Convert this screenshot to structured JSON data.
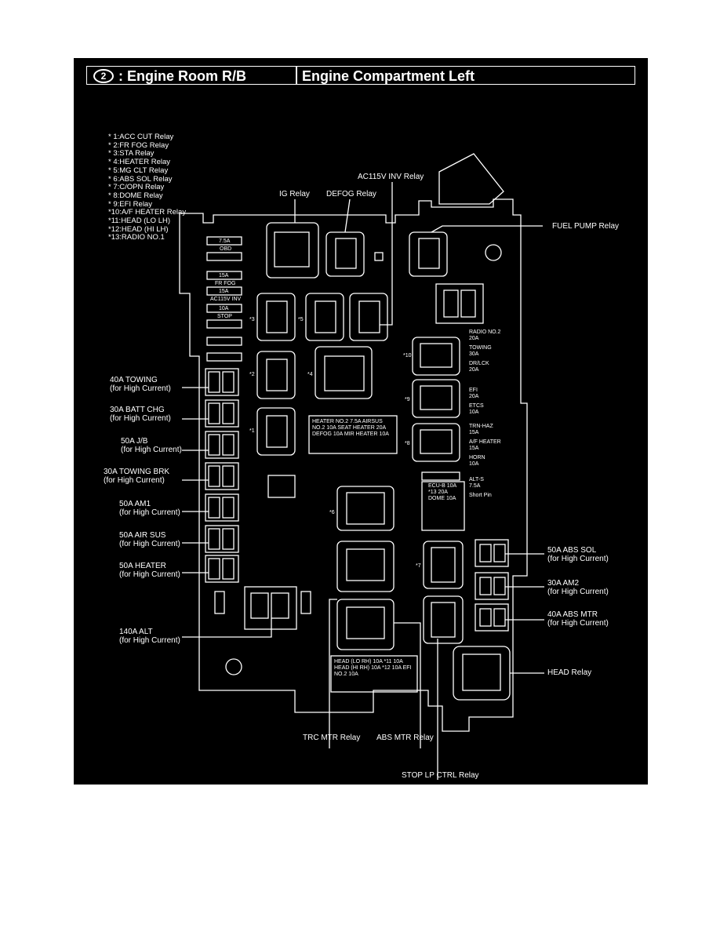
{
  "header": {
    "symbol": "2",
    "left_title": ": Engine Room R/B",
    "right_title": "Engine Compartment Left"
  },
  "legend": [
    "* 1:ACC CUT Relay",
    "* 2:FR FOG Relay",
    "* 3:STA Relay",
    "* 4:HEATER Relay",
    "* 5:MG CLT Relay",
    "* 6:ABS SOL Relay",
    "* 7:C/OPN Relay",
    "* 8:DOME Relay",
    "* 9:EFI Relay",
    "*10:A/F HEATER Relay",
    "*11:HEAD (LO LH)",
    "*12:HEAD (HI LH)",
    "*13:RADIO NO.1"
  ],
  "callouts": {
    "ac115v_inv_relay": "AC115V INV Relay",
    "ig_relay": "IG Relay",
    "defog_relay": "DEFOG Relay",
    "fuel_pump_relay": "FUEL PUMP Relay",
    "towing_40a": "40A TOWING",
    "towing_40a_sub": "(for High Current)",
    "batt_chg": "30A BATT CHG",
    "batt_chg_sub": "(for High Current)",
    "jb_50a": "50A J/B",
    "jb_50a_sub": "(for High Current)",
    "towing_brk": "30A TOWING BRK",
    "towing_brk_sub": "(for High Current)",
    "am1": "50A AM1",
    "am1_sub": "(for High Current)",
    "air_sus": "50A AIR SUS",
    "air_sus_sub": "(for High Current)",
    "heater_50a": "50A HEATER",
    "heater_50a_sub": "(for High Current)",
    "alt_140a": "140A ALT",
    "alt_140a_sub": "(for High Current)",
    "abs_sol": "50A ABS SOL",
    "abs_sol_sub": "(for High Current)",
    "am2": "30A AM2",
    "am2_sub": "(for High Current)",
    "abs_mtr_40a": "40A ABS MTR",
    "abs_mtr_40a_sub": "(for High Current)",
    "head_relay": "HEAD Relay",
    "trc_mtr_relay": "TRC MTR Relay",
    "abs_mtr_relay": "ABS MTR Relay",
    "stop_lp_ctrl_relay": "STOP LP CTRL Relay"
  },
  "left_fuses": [
    "7.5A OBD",
    "15A FR FOG",
    "15A AC115V INV",
    "10A STOP"
  ],
  "left_fuse_labels": {
    "obd": "OBD",
    "fr_fog": "FR FOG",
    "ac115v_inv": "AC115V INV",
    "stop": "STOP",
    "a75": "7.5A",
    "a15": "15A",
    "a10": "10A"
  },
  "right_fuses": [
    {
      "name": "RADIO NO.2",
      "amp": "20A"
    },
    {
      "name": "TOWING",
      "amp": "30A"
    },
    {
      "name": "DR/LCK",
      "amp": "20A"
    },
    {
      "name": "EFI",
      "amp": "20A"
    },
    {
      "name": "ETCS",
      "amp": "10A"
    },
    {
      "name": "TRN-HAZ",
      "amp": "15A"
    },
    {
      "name": "A/F HEATER",
      "amp": "15A"
    },
    {
      "name": "HORN",
      "amp": "10A"
    },
    {
      "name": "ALT-S",
      "amp": "7.5A"
    },
    {
      "name": "Short Pin",
      "amp": ""
    }
  ],
  "center_fuses": [
    {
      "name": "HEATER NO.2",
      "amp": "7.5A"
    },
    {
      "name": "AIRSUS NO.2",
      "amp": "10A"
    },
    {
      "name": "SEAT HEATER",
      "amp": "20A"
    },
    {
      "name": "DEFOG",
      "amp": "10A"
    },
    {
      "name": "MIR HEATER",
      "amp": "10A"
    }
  ],
  "ecu_fuses": [
    {
      "name": "ECU-B",
      "amp": "10A"
    },
    {
      "name": "*13",
      "amp": "20A"
    },
    {
      "name": "DOME",
      "amp": "10A"
    }
  ],
  "bottom_fuses": [
    {
      "name": "HEAD (LO RH)",
      "amp": "10A"
    },
    {
      "name": "*11",
      "amp": "10A"
    },
    {
      "name": "HEAD (HI RH)",
      "amp": "10A"
    },
    {
      "name": "*12",
      "amp": "10A"
    },
    {
      "name": "EFI NO.2",
      "amp": "10A"
    }
  ],
  "relay_tags": {
    "r1": "*1",
    "r2": "*2",
    "r3": "*3",
    "r4": "*4",
    "r5": "*5",
    "r6": "*6",
    "r7": "*7",
    "r8": "*8",
    "r9": "*9",
    "r10": "*10"
  }
}
